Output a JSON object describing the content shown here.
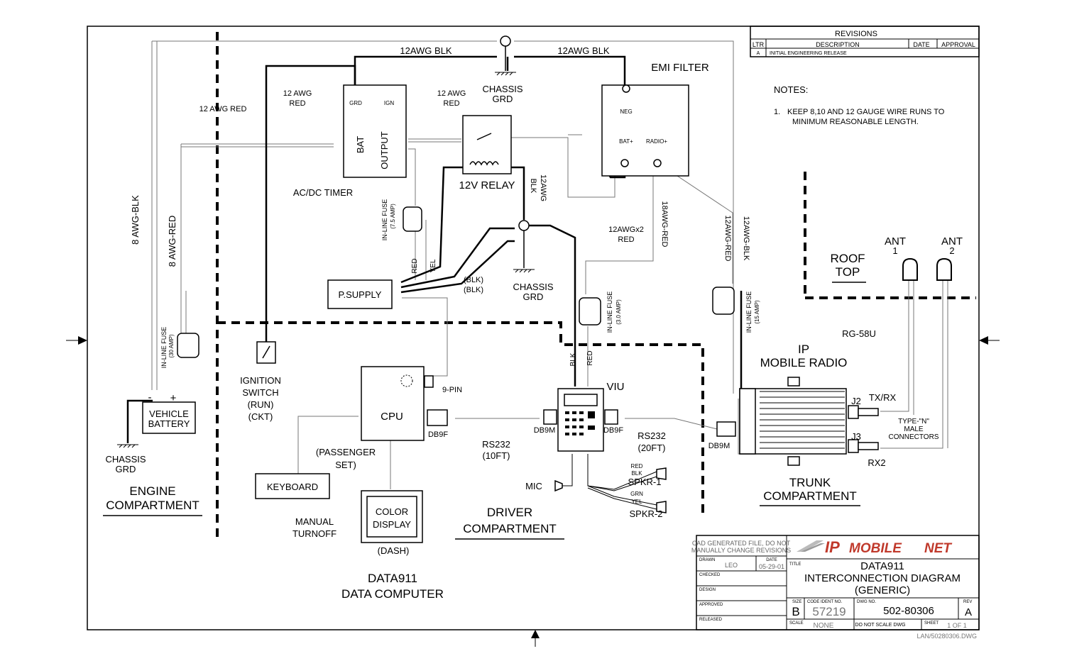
{
  "revisions": {
    "title": "REVISIONS",
    "col_ltr": "LTR",
    "col_description": "DESCRIPTION",
    "col_date": "DATE",
    "col_approval": "APPROVAL",
    "row_ltr": "A",
    "row_description": "INITIAL ENGINEERING RELEASE"
  },
  "notes": {
    "title": "NOTES:",
    "item_number": "1.",
    "item_line1": "KEEP 8,10 AND 12 GAUGE WIRE RUNS TO",
    "item_line2": "MINIMUM REASONABLE LENGTH."
  },
  "labels": {
    "wire_12awg_blk_left": "12AWG BLK",
    "wire_12awg_blk_right": "12AWG BLK",
    "chassis_grd_top_1": "CHASSIS",
    "chassis_grd_top_2": "GRD",
    "emi_filter": "EMI FILTER",
    "emi_neg": "NEG",
    "emi_bat": "BAT+",
    "emi_radio": "RADIO+",
    "wire_12awg_red_a1": "12 AWG",
    "wire_12awg_red_a2": "RED",
    "wire_12awg_red_b1": "12 AWG",
    "wire_12awg_red_b2": "RED",
    "wire_12awg_red_c": "12 AWG RED",
    "timer_grd": "GRD",
    "timer_ign": "IGN",
    "timer_bat": "BAT",
    "timer_output": "OUTPUT",
    "acdc_timer": "AC/DC TIMER",
    "relay": "12V RELAY",
    "wire_12awg_blk_v1": "12AWG",
    "wire_12awg_blk_v2": "BLK",
    "wire_12awgx2_1": "12AWGx2",
    "wire_12awgx2_2": "RED",
    "wire_18awg_red": "18AWG-RED",
    "wire_12awg_red_v": "12AWG-RED",
    "wire_12awg_blk_v": "12AWG-BLK",
    "wire_8awg_blk": "8 AWG-BLK",
    "wire_8awg_red": "8 AWG-RED",
    "fuse_75_1": "IN-LINE FUSE",
    "fuse_75_2": "(7.5 AMP)",
    "fuse_30_1": "IN-LINE FUSE",
    "fuse_30_2": "(30 AMP)",
    "fuse_3_1": "IN-LINE FUSE",
    "fuse_3_2": "(3.0 AMP)",
    "fuse_15_1": "IN-LINE FUSE",
    "fuse_15_2": "(15 AMP)",
    "wire_red": "RED",
    "wire_yel": "YEL",
    "wire_blk_1": "(BLK)",
    "wire_blk_2": "(BLK)",
    "psupply": "P.SUPPLY",
    "chassis_grd_mid_1": "CHASSIS",
    "chassis_grd_mid_2": "GRD",
    "ignition_1": "IGNITION",
    "ignition_2": "SWITCH",
    "ignition_3": "(RUN)",
    "ignition_4": "(CKT)",
    "cpu": "CPU",
    "nine_pin": "9-PIN",
    "db9f_left": "DB9F",
    "db9m_left": "DB9M",
    "db9f_right": "DB9F",
    "db9m_right": "DB9M",
    "passenger_1": "(PASSENGER",
    "passenger_2": "SET)",
    "rs232_10_1": "RS232",
    "rs232_10_2": "(10FT)",
    "rs232_20_1": "RS232",
    "rs232_20_2": "(20FT)",
    "keyboard": "KEYBOARD",
    "color_display_1": "COLOR",
    "color_display_2": "DISPLAY",
    "dash": "(DASH)",
    "manual_turnoff_1": "MANUAL",
    "manual_turnoff_2": "TURNOFF",
    "viu": "VIU",
    "viu_blk": "BLK",
    "viu_red": "RED",
    "mic": "MIC",
    "spk_red": "RED",
    "spk_blk": "BLK",
    "spkr1": "SPKR-1",
    "spk_grn": "GRN",
    "spk_yel": "YEL",
    "spkr2": "SPKR-2",
    "driver_1": "DRIVER",
    "driver_2": "COMPARTMENT",
    "engine_1": "ENGINE",
    "engine_2": "COMPARTMENT",
    "battery_1": "VEHICLE",
    "battery_2": "BATTERY",
    "battery_neg": "-",
    "battery_pos": "+",
    "chassis_grd_bat_1": "CHASSIS",
    "chassis_grd_bat_2": "GRD",
    "data911_1": "DATA911",
    "data911_2": "DATA COMPUTER",
    "ip_radio_1": "IP",
    "ip_radio_2": "MOBILE RADIO",
    "j2": "J2",
    "txrx": "TX/RX",
    "j3": "J3",
    "rx2": "RX2",
    "type_n_1": "TYPE-\"N\"",
    "type_n_2": "MALE",
    "type_n_3": "CONNECTORS",
    "rg58u": "RG-58U",
    "roof_1": "ROOF",
    "roof_2": "TOP",
    "ant1_1": "ANT",
    "ant1_2": "1",
    "ant2_1": "ANT",
    "ant2_2": "2",
    "trunk_1": "TRUNK",
    "trunk_2": "COMPARTMENT"
  },
  "title_block": {
    "cad_note_1": "CAD GENERATED FILE, DO NOT",
    "cad_note_2": "MANUALLY CHANGE REVISIONS",
    "drawn_label": "DRAWN",
    "drawn_value": "LEO",
    "date_label": "DATE",
    "date_value": "05-29-01",
    "checked_label": "CHECKED",
    "design_label": "DESIGN",
    "approved_label": "APPROVED",
    "released_label": "RELEASED",
    "logo_ip": "IP",
    "logo_mobile": "MOBILE",
    "logo_net": "NET",
    "title_label": "TITLE",
    "title_1": "DATA911",
    "title_2": "INTERCONNECTION DIAGRAM",
    "title_3": "(GENERIC)",
    "size_label": "SIZE",
    "size_value": "B",
    "code_label": "CODE IDENT NO.",
    "code_value": "57219",
    "dwg_label": "DWG NO.",
    "dwg_value": "502-80306",
    "rev_label": "REV",
    "rev_value": "A",
    "scale_label": "SCALE",
    "scale_value": "NONE",
    "noscale": "DO NOT SCALE DWG",
    "sheet_label": "SHEET",
    "sheet_value": "1 OF 1",
    "filename": "LAN/50280306.DWG"
  }
}
